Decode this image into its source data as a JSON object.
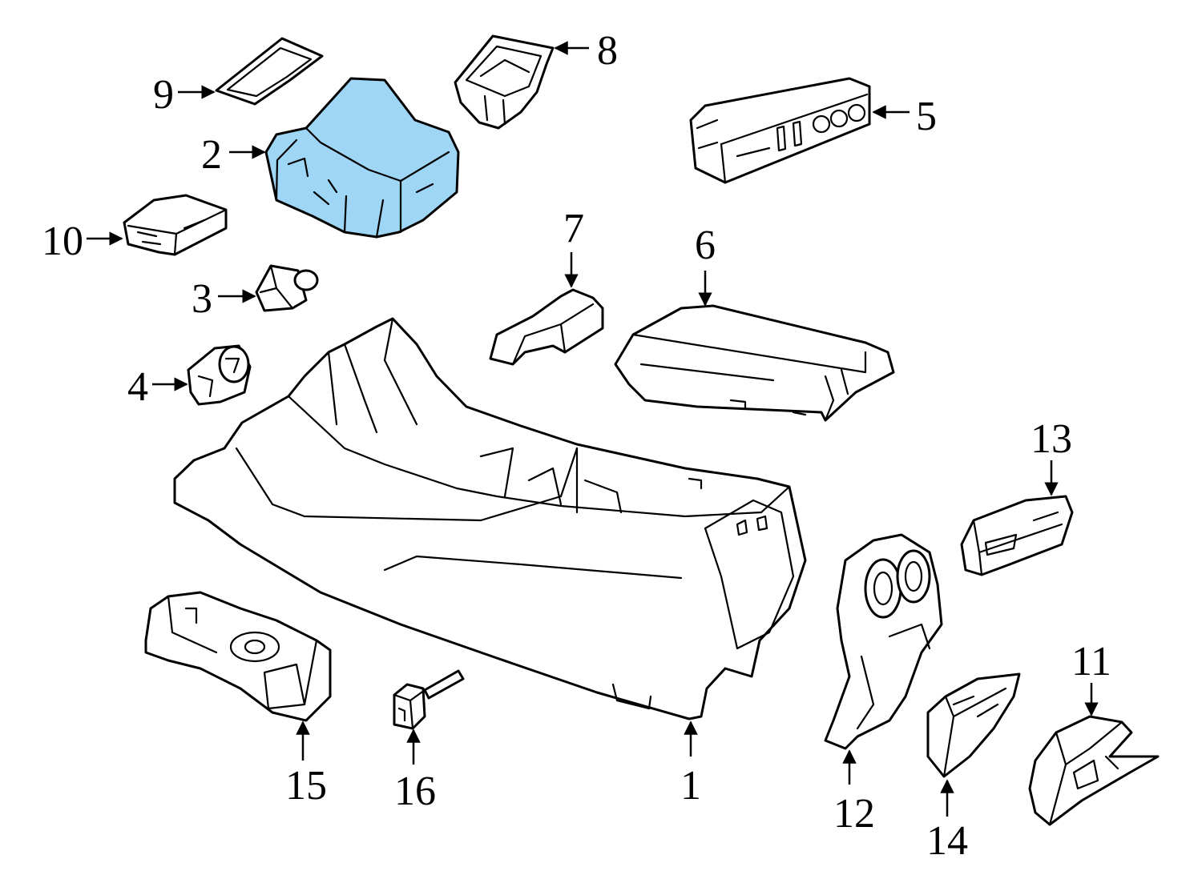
{
  "diagram": {
    "highlight_color": "#9fd6f5",
    "callouts": {
      "c1": "1",
      "c2": "2",
      "c3": "3",
      "c4": "4",
      "c5": "5",
      "c6": "6",
      "c7": "7",
      "c8": "8",
      "c9": "9",
      "c10": "10",
      "c11": "11",
      "c12": "12",
      "c13": "13",
      "c14": "14",
      "c15": "15",
      "c16": "16"
    },
    "highlighted_part": "2"
  }
}
